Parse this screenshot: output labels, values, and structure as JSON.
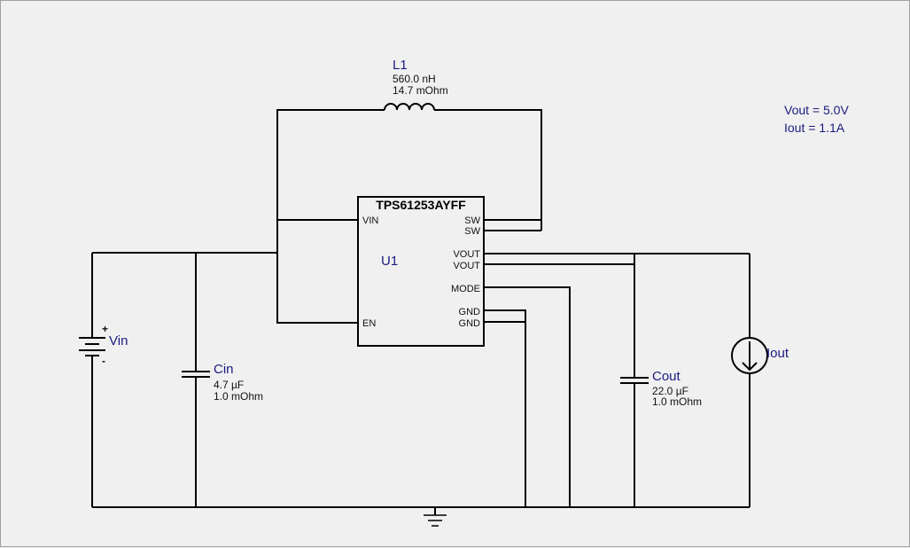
{
  "ic": {
    "part": "TPS61253AYFF",
    "ref": "U1",
    "pins": {
      "vin": "VIN",
      "en": "EN",
      "sw1": "SW",
      "sw2": "SW",
      "vout1": "VOUT",
      "vout2": "VOUT",
      "mode": "MODE",
      "gnd1": "GND",
      "gnd2": "GND"
    }
  },
  "l1": {
    "ref": "L1",
    "value": "560.0 nH",
    "esr": "14.7 mOhm"
  },
  "cin": {
    "ref": "Cin",
    "value": "4.7 µF",
    "esr": "1.0 mOhm"
  },
  "cout": {
    "ref": "Cout",
    "value": "22.0 µF",
    "esr": "1.0 mOhm"
  },
  "vin": {
    "ref": "Vin",
    "plus": "+",
    "minus": "-"
  },
  "iout": {
    "ref": "Iout"
  },
  "notes": {
    "vout": "Vout = 5.0V",
    "iout": "Iout = 1.1A"
  }
}
